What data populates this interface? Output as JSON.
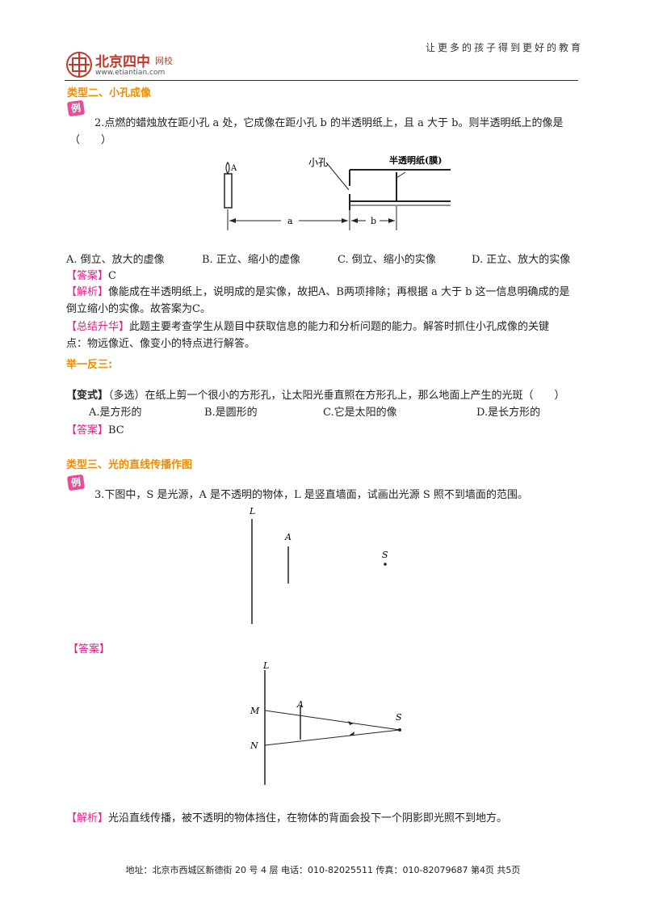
{
  "header": {
    "slogan": "让更多的孩子得到更好的教育",
    "logo_text": "北京四中",
    "logo_sub": "网校",
    "logo_url": "www.etiantian.com"
  },
  "section2": {
    "title": "类型二、小孔成像",
    "example_badge": "例",
    "question_line1": "2.点燃的蜡烛放在距小孔 a 处，它成像在距小孔 b 的半透明纸上，且 a 大于 b。则半透明纸上的像是",
    "question_line2": "（　　）",
    "figure": {
      "candle_label": "A",
      "hole_label": "小孔",
      "screen_label": "半透明纸(膜)",
      "a_label": "a",
      "b_label": "b"
    },
    "options": [
      "A. 倒立、放大的虚像",
      "B. 正立、缩小的虚像",
      "C. 倒立、缩小的实像",
      "D. 正立、放大的实像"
    ],
    "answer_tag": "【答案】",
    "answer": "C",
    "analysis_tag": "【解析】",
    "analysis_line1": "像能成在半透明纸上，说明成的是实像，故把A、B两项排除；再根据 a 大于 b 这一信息明确成的是",
    "analysis_line2": "倒立缩小的实像。故答案为C。",
    "summary_tag": "【总结升华】",
    "summary_line1": "此题主要考查学生从题目中获取信息的能力和分析问题的能力。解答时抓住小孔成像的关键",
    "summary_line2": "点：物远像近、像变小的特点进行解答。",
    "extend_title": "举一反三:"
  },
  "variant": {
    "tag": "【变式】",
    "question": "（多选）在纸上剪一个很小的方形孔，让太阳光垂直照在方形孔上，那么地面上产生的光斑（　　）",
    "options": [
      "A.是方形的",
      "B.是圆形的",
      "C.它是太阳的像",
      "D.是长方形的"
    ],
    "answer_tag": "【答案】",
    "answer": "BC"
  },
  "section3": {
    "title": "类型三、光的直线传播作图",
    "example_badge": "例",
    "question": "3.下图中，S 是光源，A 是不透明的物体，L 是竖直墙面，试画出光源 S 照不到墙面的范围。",
    "figure1": {
      "L": "L",
      "A": "A",
      "S": "S"
    },
    "answer_tag": "【答案】",
    "figure2": {
      "L": "L",
      "M": "M",
      "N": "N",
      "A": "A",
      "S": "S"
    },
    "analysis_tag": "【解析】",
    "analysis": "光沿直线传播，被不透明的物体挡住，在物体的背面会投下一个阴影即光照不到地方。"
  },
  "footer": {
    "text": "地址：北京市西城区新德街 20 号 4 层  电话：010-82025511  传真：010-82079687   第4页  共5页"
  }
}
